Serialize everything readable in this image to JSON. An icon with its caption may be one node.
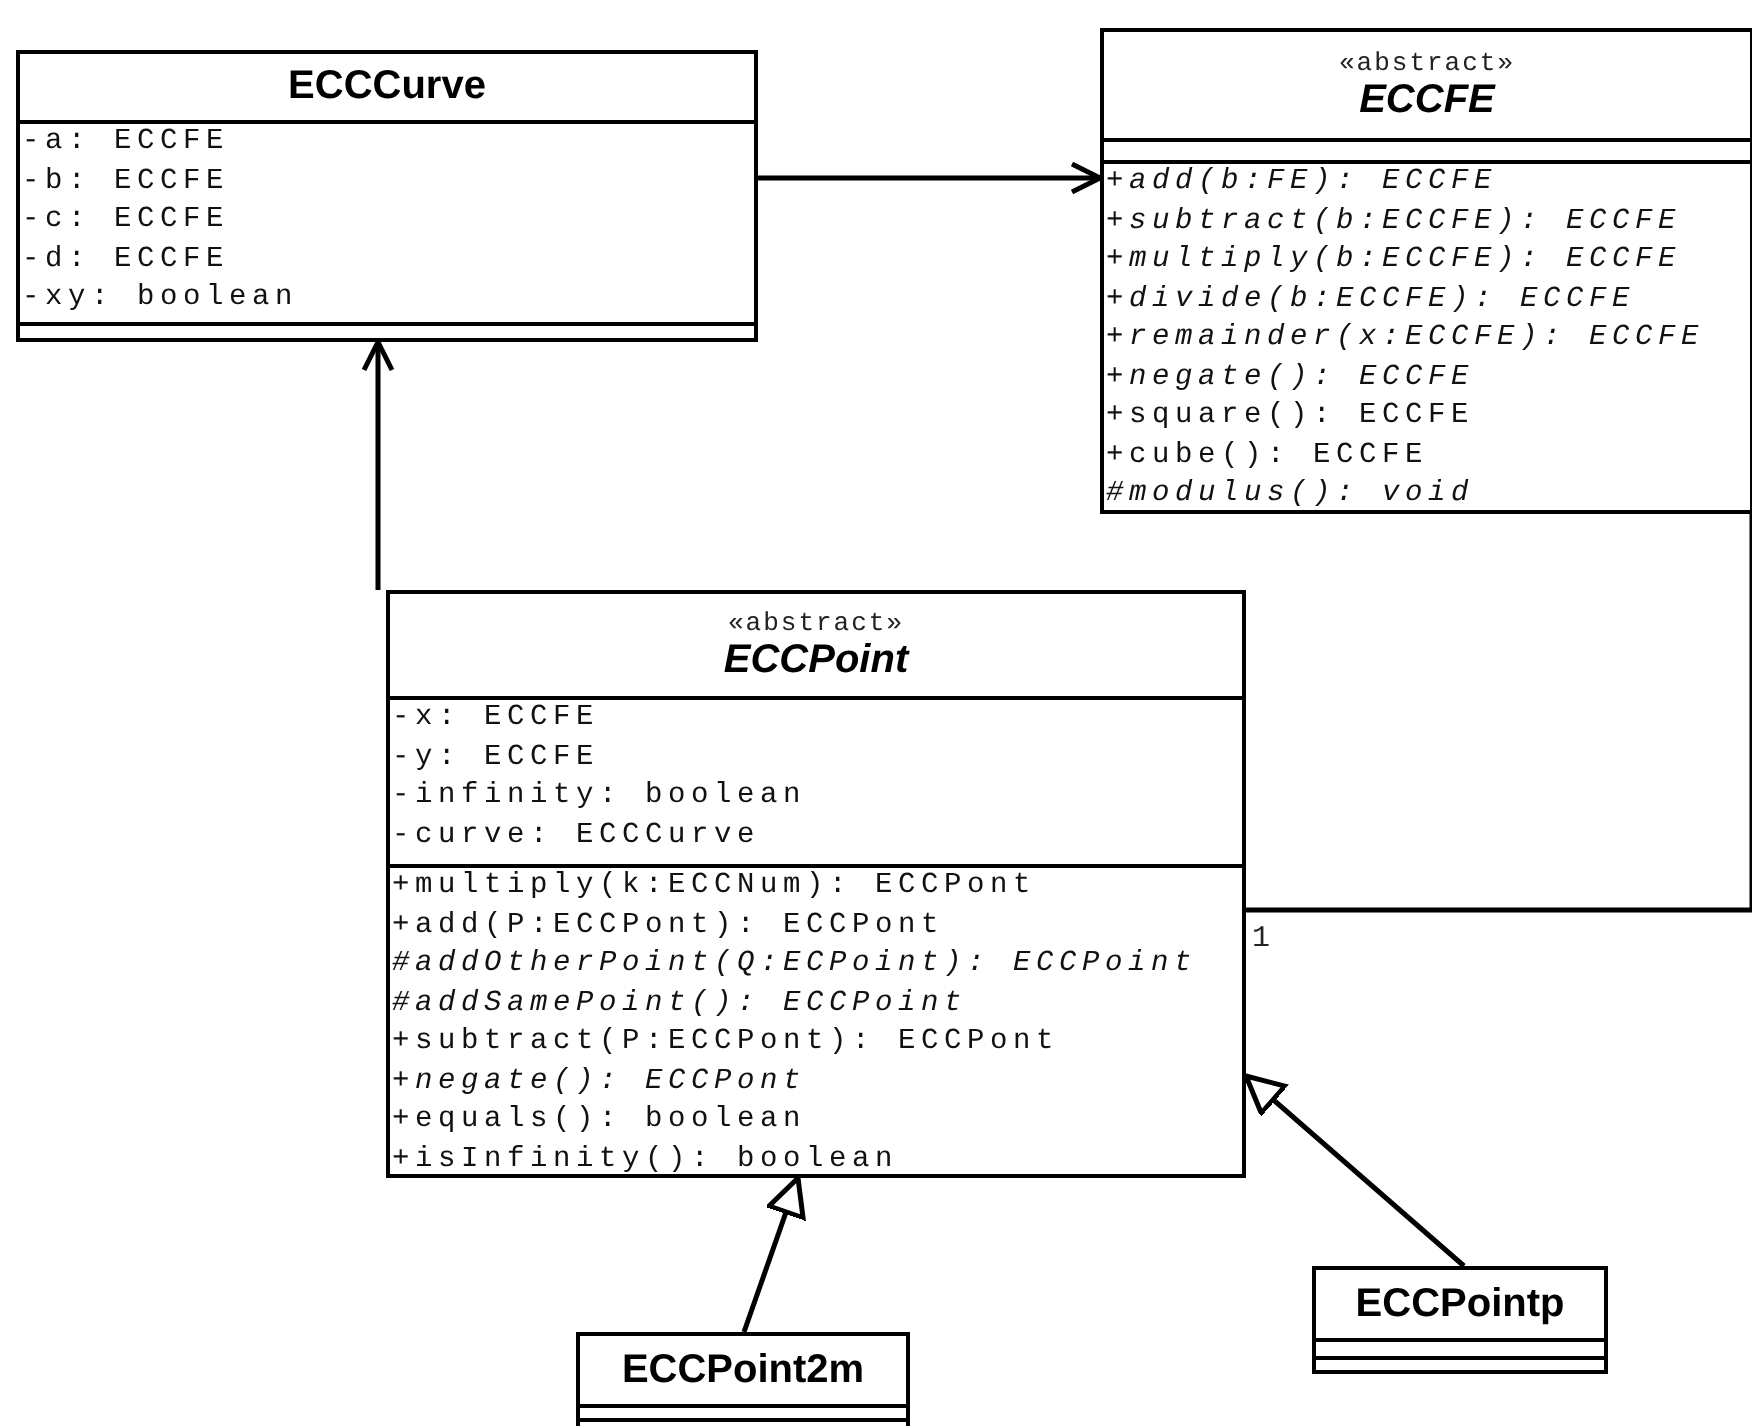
{
  "diagram": {
    "nodes": [
      {
        "text": [
          "ECCCurve"
        ]
      },
      {
        "text": [
          "-a: ECCFE",
          "-b: ECCFE",
          "-c: ECCFE",
          "-d: ECCFE",
          "-xy: boolean"
        ],
        "in": 0
      },
      {
        "text": [],
        "shape": "box",
        "in": 0
      },
      {
        "text": [
          "«abstract»",
          "ECCFE"
        ]
      },
      {
        "text": [],
        "shape": "box",
        "in": 3
      },
      {
        "text": [
          "+add(b:FE): ECCFE",
          "+subtract(b:ECCFE): ECCFE",
          "+multiply(b:ECCFE): ECCFE",
          "+divide(b:ECCFE): ECCFE",
          "+remainder(x:ECCFE): ECCFE",
          "+negate(): ECCFE",
          "+square(): ECCFE",
          "+cube(): ECCFE",
          "#modulus(): void"
        ],
        "in": 3
      },
      {
        "text": [
          "«abstract»",
          "ECCPoint"
        ]
      },
      {
        "text": [
          "-x: ECCFE",
          "-y: ECCFE",
          "-infinity: boolean",
          "-curve: ECCCurve"
        ],
        "in": 6
      },
      {
        "text": [
          "+multiply(k:ECCNum): ECCPont",
          "+add(P:ECCPont): ECCPont",
          "#addOtherPoint(Q:ECPoint): ECCPoint",
          "#addSamePoint(): ECCPoint",
          "+subtract(P:ECCPont): ECCPont",
          "+negate(): ECCPont",
          "+equals(): boolean",
          "+isInfinity(): boolean"
        ],
        "in": 6
      },
      {
        "text": [
          "ECCPoint2m"
        ]
      },
      {
        "text": [],
        "shape": "box",
        "in": 9
      },
      {
        "text": [],
        "shape": "box",
        "in": 9
      },
      {
        "text": [
          "ECCPointp"
        ]
      },
      {
        "text": [],
        "shape": "box",
        "in": 12
      },
      {
        "text": [],
        "shape": "box",
        "in": 12
      }
    ],
    "edges": [
      {
        "from": 0,
        "to": 3,
        "arrow": "to"
      },
      {
        "from": 6,
        "to": 0,
        "arrow": "to"
      },
      {
        "from": 6,
        "to": 3,
        "arrow": "none",
        "label": "1"
      },
      {
        "from": 9,
        "to": 6,
        "arrow": "to"
      },
      {
        "from": 12,
        "to": 6,
        "arrow": "to"
      }
    ]
  }
}
